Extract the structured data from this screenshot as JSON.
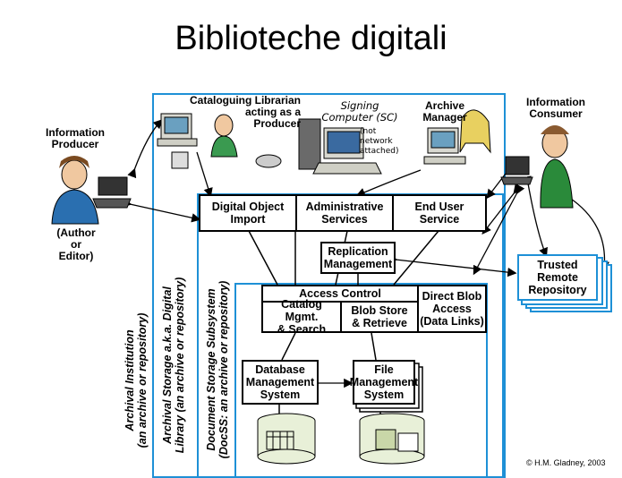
{
  "title": "Biblioteche digitali",
  "actors": {
    "producer": [
      "Information",
      "Producer"
    ],
    "producer_note": [
      "(Author",
      "or",
      "Editor)"
    ],
    "librarian": [
      "Cataloguing Librarian",
      "acting as a",
      "Producer"
    ],
    "signing": [
      "Signing",
      "Computer (SC)"
    ],
    "signing_note": [
      "(not",
      "network",
      "attached)"
    ],
    "manager": [
      "Archive",
      "Manager"
    ],
    "consumer": [
      "Information",
      "Consumer"
    ]
  },
  "boxes": {
    "import": [
      "Digital Object",
      "Import"
    ],
    "admin": [
      "Administrative",
      "Services"
    ],
    "enduser": [
      "End User",
      "Service"
    ],
    "replication": [
      "Replication",
      "Management"
    ],
    "access_control": "Access Control",
    "direct_blob": [
      "Direct Blob",
      "Access",
      "(Data Links)"
    ],
    "catalog": [
      "Catalog Mgmt.",
      "& Search"
    ],
    "blob_store": [
      "Blob Store",
      "& Retrieve"
    ],
    "database": [
      "Database",
      "Management",
      "System"
    ],
    "file": [
      "File",
      "Management",
      "System"
    ],
    "trusted": [
      "Trusted",
      "Remote",
      "Repository"
    ]
  },
  "vertical_labels": {
    "institution": [
      "Archival Institution",
      "(an archive or repository)"
    ],
    "storage": [
      "Archival Storage a.k.a. Digital",
      "Library (an archive or repository)"
    ],
    "docss": [
      "Document Storage Subsystem",
      "(DocSS: an archive or repository)"
    ]
  },
  "copyright": "H.M. Gladney, 2003",
  "colors": {
    "frame": "#1e90d6",
    "line": "#000000"
  }
}
